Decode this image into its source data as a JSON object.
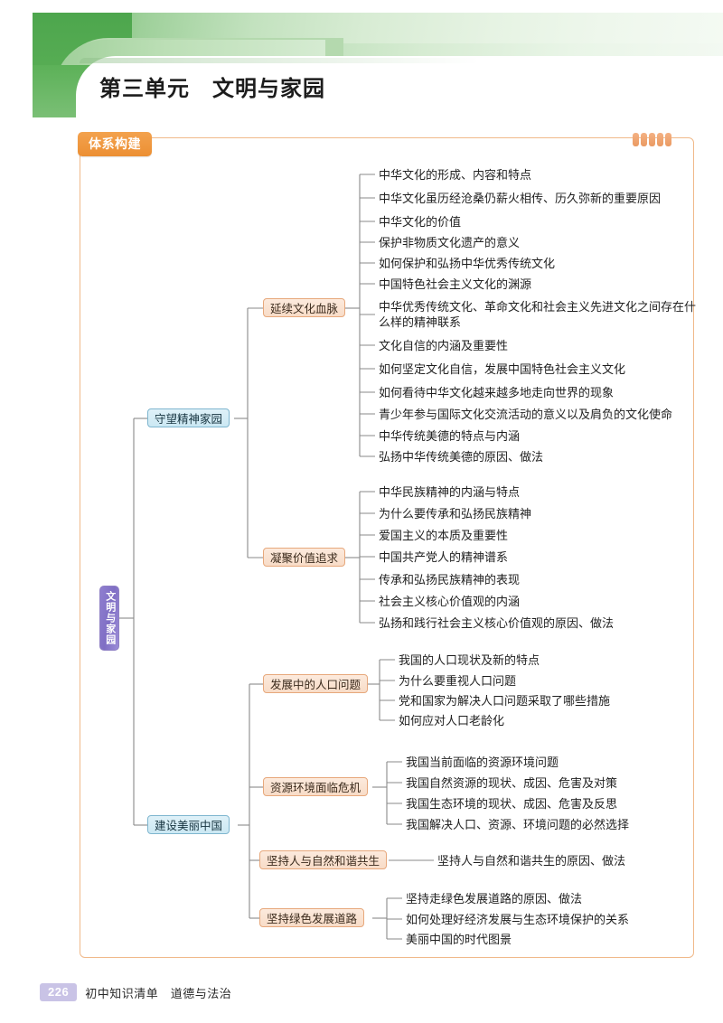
{
  "page": {
    "unit_title": "第三单元　文明与家园",
    "section_label": "体系构建",
    "footer": {
      "page_number": "226",
      "book_title": "初中知识清单　道德与法治"
    }
  },
  "colors": {
    "banner_green": "#4da64d",
    "section_orange": "#ec8f33",
    "card_border": "#f0b98a",
    "root_purple": "#7f6ec4",
    "level2_blue": "#cbe8f3",
    "level3_peach": "#f8dcc7",
    "page_badge": "#c9c3e6"
  },
  "mindmap": {
    "root": "文明与家园",
    "branches": [
      {
        "label": "守望精神家园",
        "subbranches": [
          {
            "label": "延续文化血脉",
            "items": [
              "中华文化的形成、内容和特点",
              "中华文化虽历经沧桑仍薪火相传、历久弥新的重要原因",
              "中华文化的价值",
              "保护非物质文化遗产的意义",
              "如何保护和弘扬中华优秀传统文化",
              "中国特色社会主义文化的渊源",
              "中华优秀传统文化、革命文化和社会主义先进文化之间存在什么样的精神联系",
              "文化自信的内涵及重要性",
              "如何坚定文化自信，发展中国特色社会主义文化",
              "如何看待中华文化越来越多地走向世界的现象",
              "青少年参与国际文化交流活动的意义以及肩负的文化使命",
              "中华传统美德的特点与内涵",
              "弘扬中华传统美德的原因、做法"
            ]
          },
          {
            "label": "凝聚价值追求",
            "items": [
              "中华民族精神的内涵与特点",
              "为什么要传承和弘扬民族精神",
              "爱国主义的本质及重要性",
              "中国共产党人的精神谱系",
              "传承和弘扬民族精神的表现",
              "社会主义核心价值观的内涵",
              "弘扬和践行社会主义核心价值观的原因、做法"
            ]
          }
        ]
      },
      {
        "label": "建设美丽中国",
        "subbranches": [
          {
            "label": "发展中的人口问题",
            "items": [
              "我国的人口现状及新的特点",
              "为什么要重视人口问题",
              "党和国家为解决人口问题采取了哪些措施",
              "如何应对人口老龄化"
            ]
          },
          {
            "label": "资源环境面临危机",
            "items": [
              "我国当前面临的资源环境问题",
              "我国自然资源的现状、成因、危害及对策",
              "我国生态环境的现状、成因、危害及反思",
              "我国解决人口、资源、环境问题的必然选择"
            ]
          },
          {
            "label": "坚持人与自然和谐共生",
            "items": [
              "坚持人与自然和谐共生的原因、做法"
            ]
          },
          {
            "label": "坚持绿色发展道路",
            "items": [
              "坚持走绿色发展道路的原因、做法",
              "如何处理好经济发展与生态环境保护的关系",
              "美丽中国的时代图景"
            ]
          }
        ]
      }
    ]
  }
}
